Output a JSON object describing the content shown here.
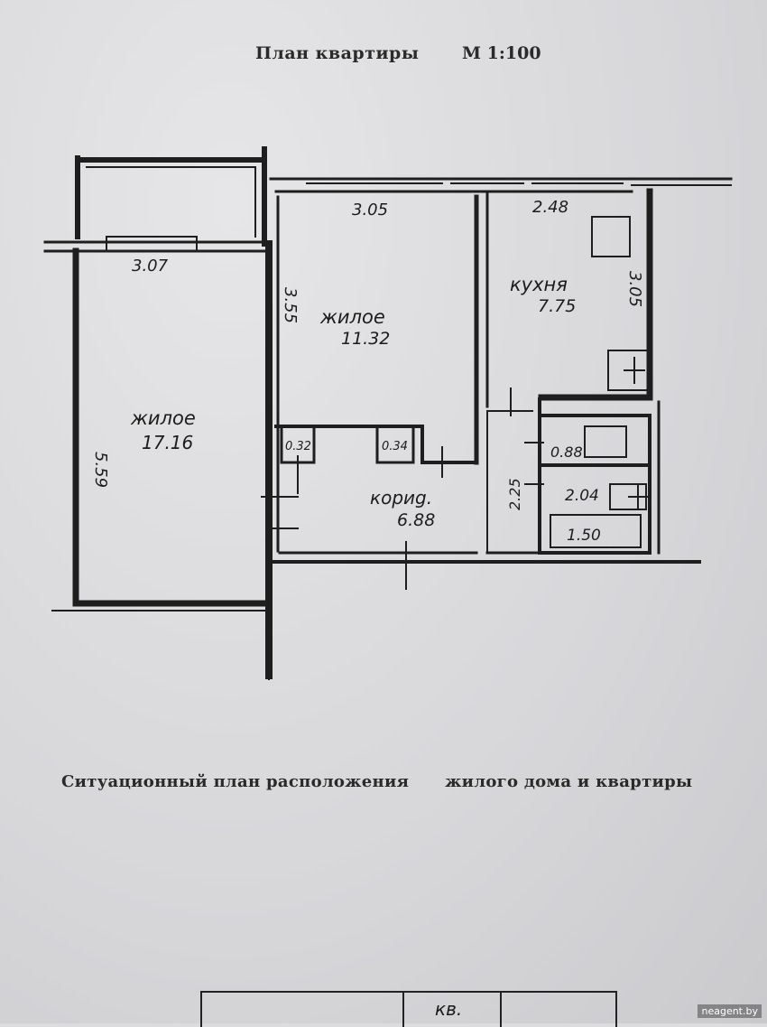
{
  "header": {
    "title": "План квартиры",
    "scale": "М   1:100"
  },
  "rooms": {
    "living_large": {
      "name": "жилое",
      "area": "17.16",
      "width": "3.07",
      "length": "5.59"
    },
    "living_small": {
      "name": "жилое",
      "area": "11.32",
      "width": "3.05",
      "length": "3.55"
    },
    "kitchen": {
      "name": "кухня",
      "area": "7.75",
      "width": "2.48",
      "length": "3.05"
    },
    "corridor": {
      "name": "кориg.",
      "area": "6.88",
      "length": "2.25"
    },
    "closet_1": {
      "area": "0.32"
    },
    "closet_2": {
      "area": "0.34"
    },
    "toilet": {
      "area": "0.88"
    },
    "bathroom": {
      "area": "1.50",
      "width": "2.04"
    }
  },
  "section": {
    "title_left": "Ситуационный план расположения",
    "title_right": "жилого дома и квартиры"
  },
  "table": {
    "label": "кв."
  },
  "watermark": "neagent.by"
}
